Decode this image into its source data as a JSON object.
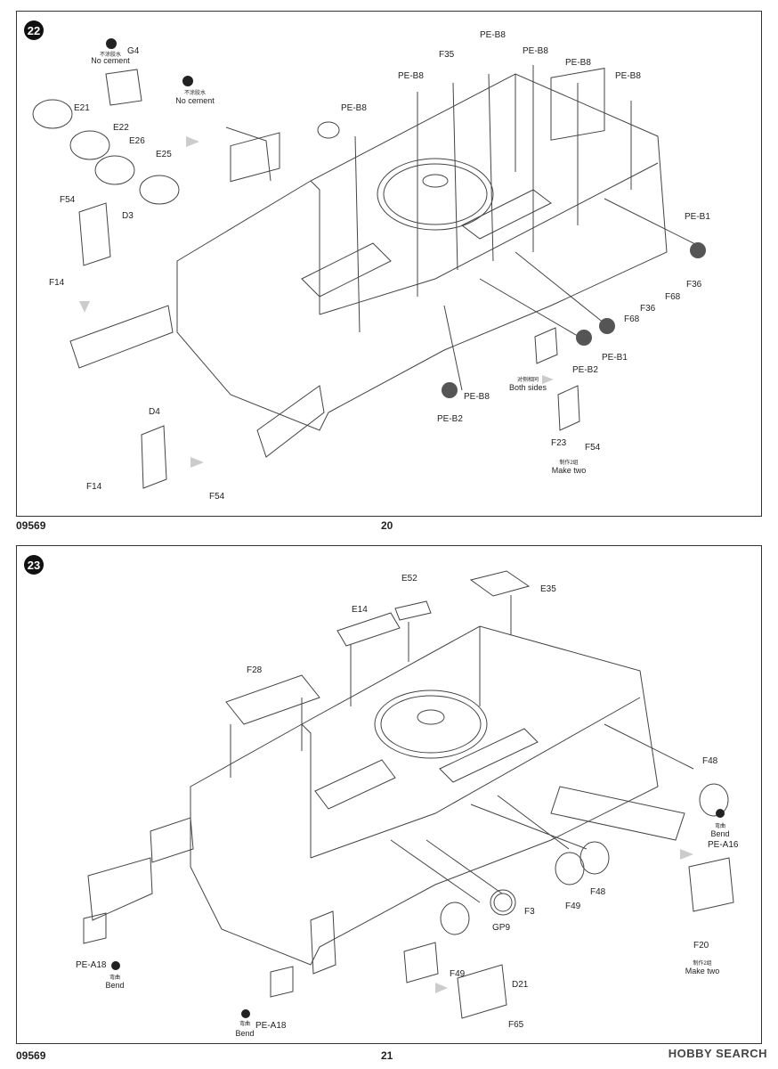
{
  "page_left": {
    "step": "22",
    "code": "09569",
    "page_number": "20",
    "labels": {
      "nocement1_cn": "不涂胶水",
      "nocement1_en": "No cement",
      "g4": "G4",
      "nocement2_cn": "不涂胶水",
      "nocement2_en": "No cement",
      "e21": "E21",
      "e22": "E22",
      "e26": "E26",
      "e25": "E25",
      "f54a": "F54",
      "d3": "D3",
      "f14a": "F14",
      "f35": "F35",
      "peb8a": "PE-B8",
      "peb8b": "PE-B8",
      "peb8c": "PE-B8",
      "peb8d": "PE-B8",
      "peb8e": "PE-B8",
      "peb8f": "PE-B8",
      "peb8g": "PE-B8",
      "peb1a": "PE-B1",
      "peb1b": "PE-B1",
      "f36a": "F36",
      "f68a": "F68",
      "f36b": "F36",
      "f68b": "F68",
      "peb2a": "PE-B2",
      "peb2b": "PE-B2",
      "bothsides_cn": "对侧相同",
      "bothsides_en": "Both sides",
      "f23": "F23",
      "f54b": "F54",
      "maketwo_cn": "制作2组",
      "maketwo_en": "Make two",
      "d4": "D4",
      "f14b": "F14",
      "f54c": "F54"
    }
  },
  "page_right": {
    "step": "23",
    "code": "09569",
    "page_number": "21",
    "labels": {
      "e52": "E52",
      "e35": "E35",
      "e14": "E14",
      "f28": "F28",
      "f48a": "F48",
      "bend1_cn": "弯曲",
      "bend1_en": "Bend",
      "pea16": "PE-A16",
      "f49a": "F49",
      "f48b": "F48",
      "f3": "F3",
      "gp9": "GP9",
      "f20": "F20",
      "maketwo_cn": "制作2组",
      "maketwo_en": "Make two",
      "pea18a": "PE-A18",
      "bend2_cn": "弯曲",
      "bend2_en": "Bend",
      "f49b": "F49",
      "d21": "D21",
      "pea18b": "PE-A18",
      "bend3_cn": "弯曲",
      "bend3_en": "Bend",
      "f65": "F65"
    }
  },
  "watermark": "HOBBY SEARCH"
}
